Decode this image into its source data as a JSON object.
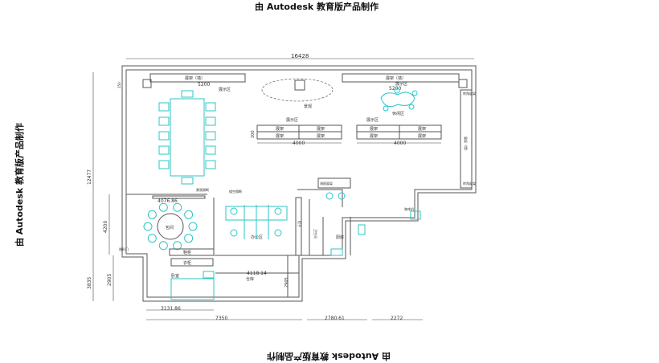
{
  "watermark": "由 Autodesk 教育版产品制作",
  "dimensions": {
    "overall_width": "16428",
    "overall_height": "12477",
    "left_mid": "4200",
    "left_lower_outer": "3835",
    "left_lower_inner": "2905",
    "top_left": "5200",
    "top_right": "5200",
    "display_left": "4000",
    "display_right": "4000",
    "partition": "4076.86",
    "storage_width": "4118.14",
    "storage_height": "2905",
    "bottom_a": "3131.86",
    "bottom_b": "7350",
    "bottom_c": "2780.61",
    "bottom_d": "2272",
    "small_left": "250",
    "small_mid": "200"
  },
  "labels": {
    "shelf_wall": "展架（墙）",
    "shelf": "展架",
    "display_area": "展示区",
    "landscape": "景观",
    "leisure_area": "休闲区",
    "shelf_wall_right": "展架（墙）",
    "corner_shelf": "转角展架",
    "poster_shelf": "海报展架",
    "partition_a": "景观隔断",
    "partition_b": "镂空隔断",
    "dining": "包间",
    "office": "办公区",
    "hidden_door": "隐形门",
    "shoe_cabinet": "鞋柜",
    "wardrobe": "衣柜",
    "bedroom": "卧室",
    "storage": "仓库",
    "bathroom": "卫生间",
    "kitchen": "厨房",
    "cabinet": "柜子",
    "coffee": "咖啡机"
  }
}
